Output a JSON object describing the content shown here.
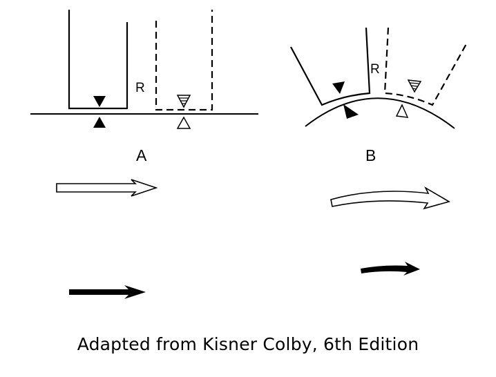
{
  "panels": [
    {
      "id": "A",
      "label": "A",
      "segment_label": "R"
    },
    {
      "id": "B",
      "label": "B",
      "segment_label": "R"
    }
  ],
  "caption": "Adapted from Kisner Colby, 6th Edition",
  "colors": {
    "ink": "#000000",
    "background": "#ffffff"
  }
}
